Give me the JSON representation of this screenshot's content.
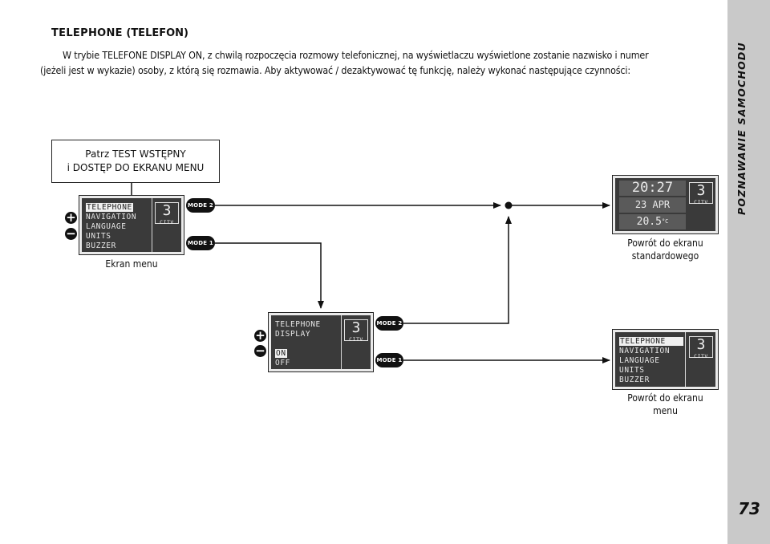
{
  "header": {
    "title_main": "TELEPHONE",
    "title_sub": "(TELEFON)"
  },
  "intro": {
    "line1": "W trybie TELEFONE DISPLAY ON, z chwilą rozpoczęcia rozmowy telefonicznej, na wyświetlaczu wyświetlone zostanie nazwisko i numer",
    "line2": "(jeżeli jest w wykazie) osoby, z którą się rozmawia. Aby aktywować / dezaktywować tę funkcję, należy wykonać następujące czynności:"
  },
  "note": {
    "line1": "Patrz TEST WSTĘPNY",
    "line2": "i DOSTĘP DO EKRANU MENU"
  },
  "menu_screen": {
    "items": [
      "TELEPHONE",
      "NAVIGATION",
      "LANGUAGE",
      "UNITS",
      "BUZZER"
    ],
    "channel": "3",
    "channel_tag": "CITV",
    "caption": "Ekran menu"
  },
  "telephone_screen": {
    "line1": "TELEPHONE",
    "line2": "DISPLAY",
    "option_on": "ON",
    "option_off": "OFF",
    "channel": "3",
    "channel_tag": "CITV"
  },
  "standard_screen": {
    "time": "20:27",
    "date": "23 APR",
    "temp": "20.5",
    "temp_unit": "°C",
    "channel": "3",
    "channel_tag": "CITV",
    "caption_line1": "Powrót do ekranu",
    "caption_line2": "standardowego"
  },
  "return_menu_screen": {
    "items": [
      "TELEPHONE",
      "NAVIGATION",
      "LANGUAGE",
      "UNITS",
      "BUZZER"
    ],
    "channel": "3",
    "channel_tag": "CITV",
    "caption_line1": "Powrót do ekranu",
    "caption_line2": "menu"
  },
  "buttons": {
    "mode2": "MODE 2",
    "mode1": "MODE 1",
    "plus": "+",
    "minus": "−"
  },
  "sidebar": {
    "section_title": "POZNAWANIE SAMOCHODU",
    "page_number": "73"
  }
}
